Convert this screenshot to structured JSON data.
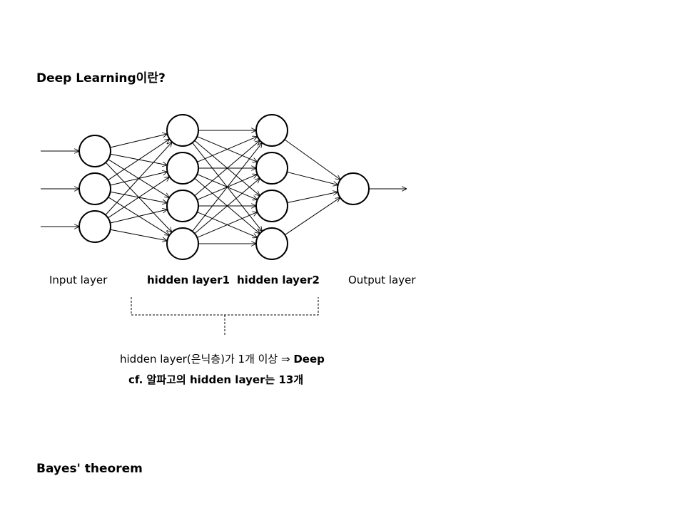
{
  "sections": {
    "deep_learning_title": "Deep Learning이란?",
    "bayes_title": "Bayes' theorem"
  },
  "diagram": {
    "labels": {
      "input": "Input layer",
      "hidden1": "hidden layer1",
      "hidden2": "hidden layer2",
      "output": "Output layer"
    },
    "layers": [
      3,
      4,
      4,
      1
    ],
    "inputs": 3,
    "outputs": 1
  },
  "notes": {
    "line1_plain": "hidden layer(은닉층)가 1개 이상 ⇒ ",
    "line1_bold": "Deep",
    "line2": "cf. 알파고의 hidden layer는 13개"
  }
}
